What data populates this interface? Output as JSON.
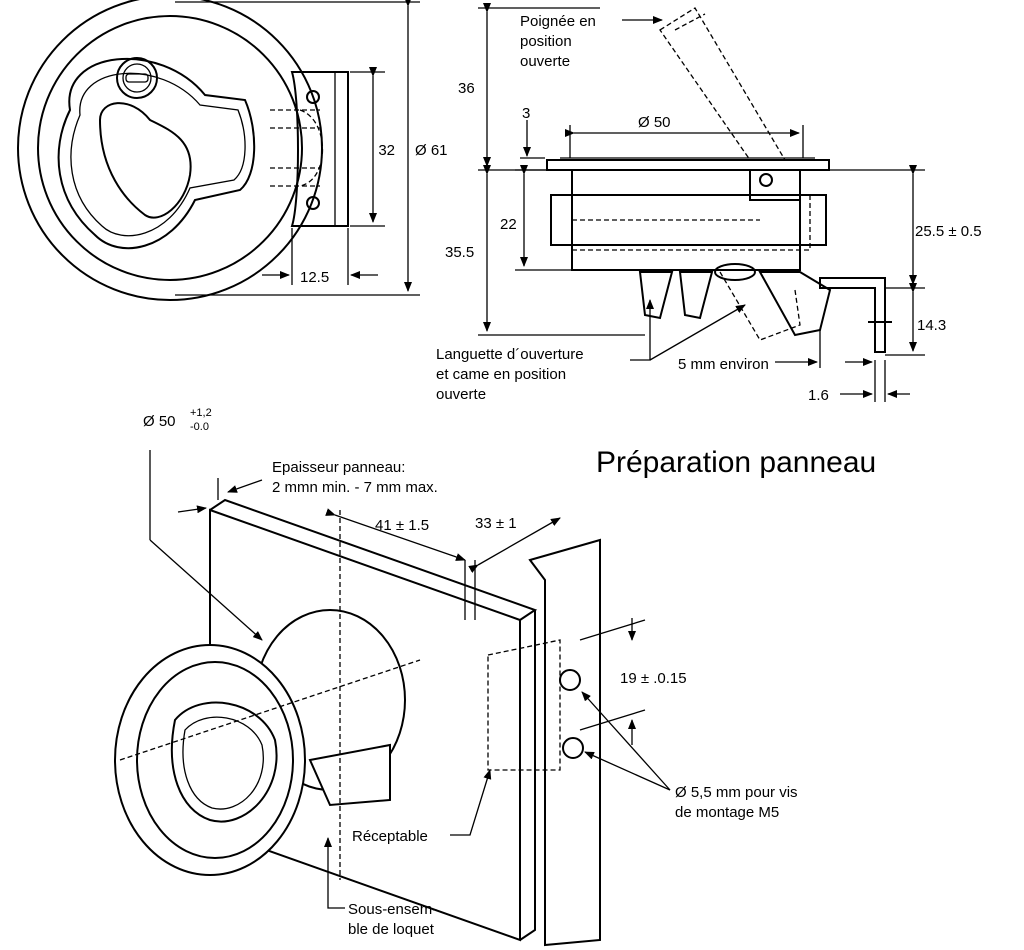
{
  "title": "Préparation panneau",
  "dimensions": {
    "dia61": "Ø 61",
    "d32": "32",
    "d12_5": "12.5",
    "d36": "36",
    "d3": "3",
    "dia50": "Ø 50",
    "d22": "22",
    "d35_5": "35.5",
    "d25_5": "25.5 ±  0.5",
    "d14_3": "14.3",
    "d1_6": "1.6",
    "d41": "41 ± 1.5",
    "d33": "33 ± 1",
    "d19": "19 ± .0.15",
    "dia50_tol_main": "Ø 50",
    "dia50_tol_upper": "+1,2",
    "dia50_tol_lower": "-0.0"
  },
  "labels": {
    "poignee": [
      "Poignée en",
      "position",
      "ouverte"
    ],
    "languette": [
      "Languette d´ouverture",
      "et came en position",
      "ouverte"
    ],
    "five_mm": "5 mm environ",
    "epaisseur": [
      "Epaisseur panneau:",
      "2 mmn min. - 7 mm max."
    ],
    "trous": [
      "Ø 5,5 mm pour vis",
      "de montage M5"
    ],
    "receptable": "Réceptable",
    "sous_ensemble": [
      "Sous-ensem-",
      "ble de loquet"
    ]
  }
}
